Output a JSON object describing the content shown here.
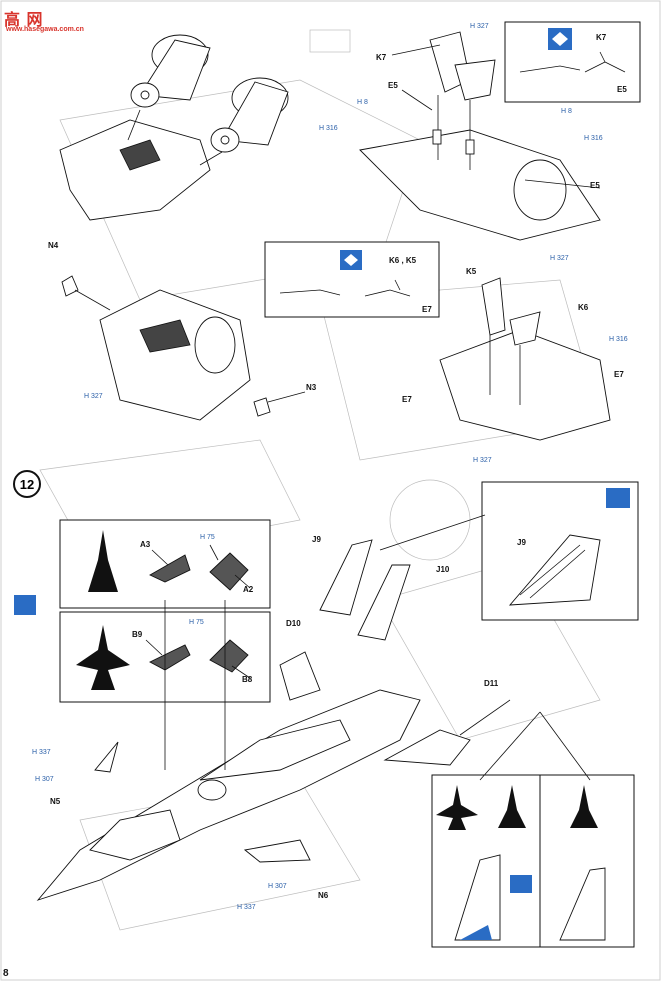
{
  "watermark": {
    "brand": "高 网",
    "url": "www.hasegawa.com.cn"
  },
  "step": {
    "number": "12"
  },
  "page_number": "8",
  "labels": {
    "k7": "K7",
    "k7b": "K7",
    "e5a": "E5",
    "e5b": "E5",
    "e5c": "E5",
    "h327": "H 327",
    "h8": "H 8",
    "h316": "H 316",
    "n4": "N4",
    "n3": "N3",
    "n5": "N5",
    "n6": "N6",
    "k5": "K5",
    "k6": "K6",
    "k6k5": "K6 , K5",
    "e7": "E7",
    "a2": "A2",
    "a3": "A3",
    "b8": "B8",
    "b9": "B9",
    "h75": "H 75",
    "j9": "J9",
    "j10": "J10",
    "d10": "D10",
    "d11": "D11",
    "h337": "H 337",
    "h307": "H 307"
  }
}
